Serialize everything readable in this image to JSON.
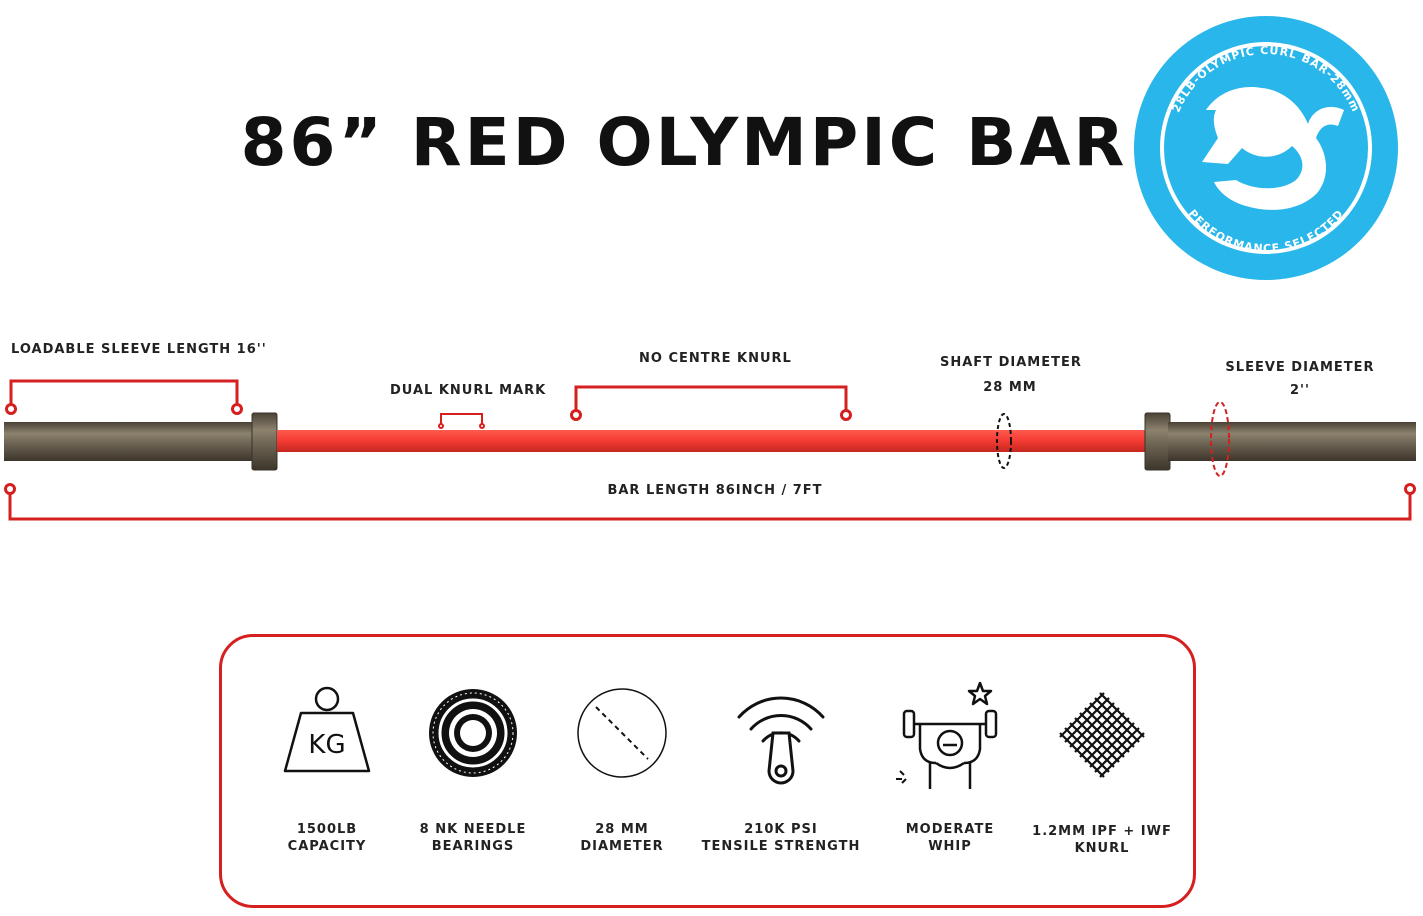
{
  "title": "86” RED OLYMPIC BAR",
  "badge": {
    "ring_top_text": "28LB-OLYMPIC CURL BAR-28mm",
    "ring_bottom_text": "PERFORMANCE SELECTED",
    "icon": "flexed-arm-icon",
    "color": "#29b6ea"
  },
  "labels": {
    "sleeve_length": "LOADABLE SLEEVE LENGTH 16''",
    "dual_knurl": "DUAL KNURL MARK",
    "no_centre_knurl": "NO CENTRE KNURL",
    "shaft_diameter_title": "SHAFT DIAMETER",
    "shaft_diameter_value": "28 MM",
    "sleeve_diameter_title": "SLEEVE DIAMETER",
    "sleeve_diameter_value": "2''",
    "bar_length": "BAR LENGTH 86INCH / 7FT"
  },
  "colors": {
    "accent_red": "#d61f1f",
    "shaft_red": "#f23a32",
    "sleeve_bronze": "#6e6557",
    "badge_blue": "#29b6ea"
  },
  "features": [
    {
      "icon": "kg-weight-icon",
      "line1": "1500LB",
      "line2": "CAPACITY"
    },
    {
      "icon": "needle-bearing-icon",
      "line1": "8 NK NEEDLE",
      "line2": "BEARINGS"
    },
    {
      "icon": "diameter-circle-icon",
      "line1": "28 MM",
      "line2": "DIAMETER"
    },
    {
      "icon": "tensile-strength-icon",
      "line1": "210K PSI",
      "line2": "TENSILE STRENGTH"
    },
    {
      "icon": "weightlifter-icon",
      "line1": "MODERATE",
      "line2": "WHIP"
    },
    {
      "icon": "knurl-pattern-icon",
      "line1": "1.2MM IPF + IWF",
      "line2": "KNURL"
    }
  ]
}
